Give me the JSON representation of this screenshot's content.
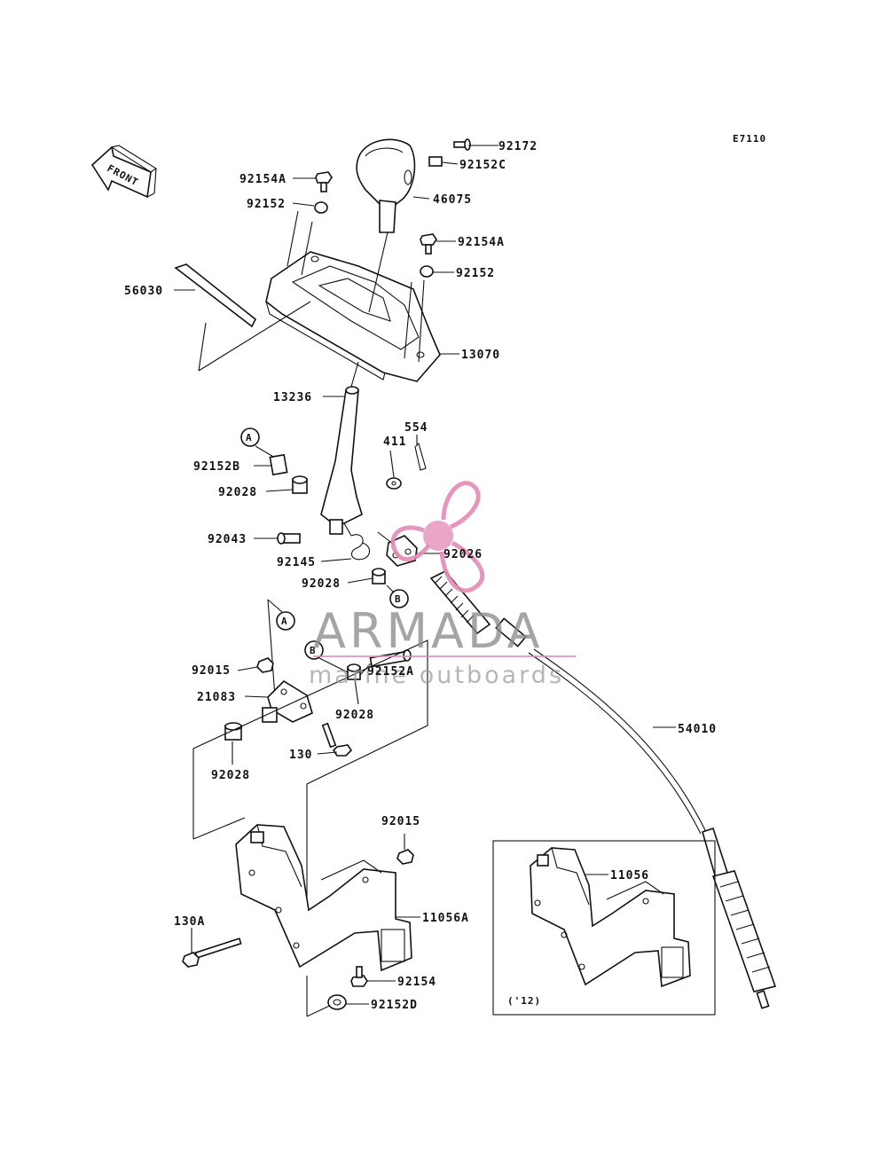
{
  "diagram_code": "E7110",
  "front_arrow_label": "FRONT",
  "parts": {
    "p92172": "92172",
    "p92152C": "92152C",
    "p92154A_left": "92154A",
    "p92152_left": "92152",
    "p46075": "46075",
    "p92154A_right": "92154A",
    "p92152_right": "92152",
    "p56030": "56030",
    "p13070": "13070",
    "p13236": "13236",
    "p554": "554",
    "p411": "411",
    "p92152B": "92152B",
    "p92028_a": "92028",
    "p92043": "92043",
    "p92145": "92145",
    "p92026": "92026",
    "p92028_b": "92028",
    "p92015_a": "92015",
    "p21083": "21083",
    "p92152A": "92152A",
    "p92028_c": "92028",
    "p130": "130",
    "p92028_d": "92028",
    "p54010": "54010",
    "p92015_b": "92015",
    "p11056A": "11056A",
    "p130A": "130A",
    "p92154": "92154",
    "p92152D": "92152D",
    "p11056": "11056"
  },
  "callouts": {
    "a_top": "A",
    "b_top": "B",
    "a_bottom": "A",
    "b_bottom": "B"
  },
  "inset_label": "('12)",
  "watermark": {
    "title": "ARMADA",
    "subtitle": "marine outboards",
    "accent_color": "#e48bb5"
  }
}
